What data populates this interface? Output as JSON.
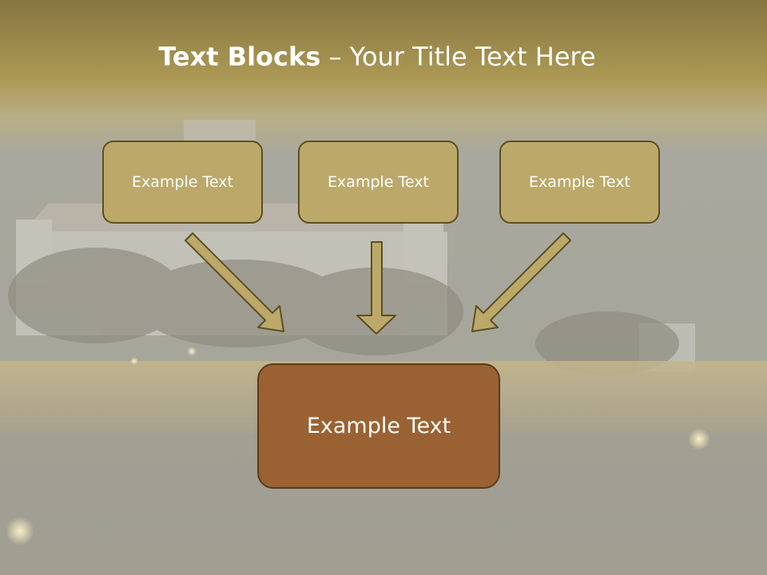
{
  "slide": {
    "title_bold": "Text Blocks",
    "title_rest": " – Your Title Text Here",
    "boxes": [
      {
        "label": "Example Text"
      },
      {
        "label": "Example Text"
      },
      {
        "label": "Example Text"
      }
    ],
    "target": {
      "label": "Example Text"
    },
    "colors": {
      "header_gold": "#a9964f",
      "box_fill": "#bca96a",
      "box_border": "#5c4f22",
      "target_fill": "#9a6232",
      "arrow_fill": "#bca96a"
    }
  }
}
